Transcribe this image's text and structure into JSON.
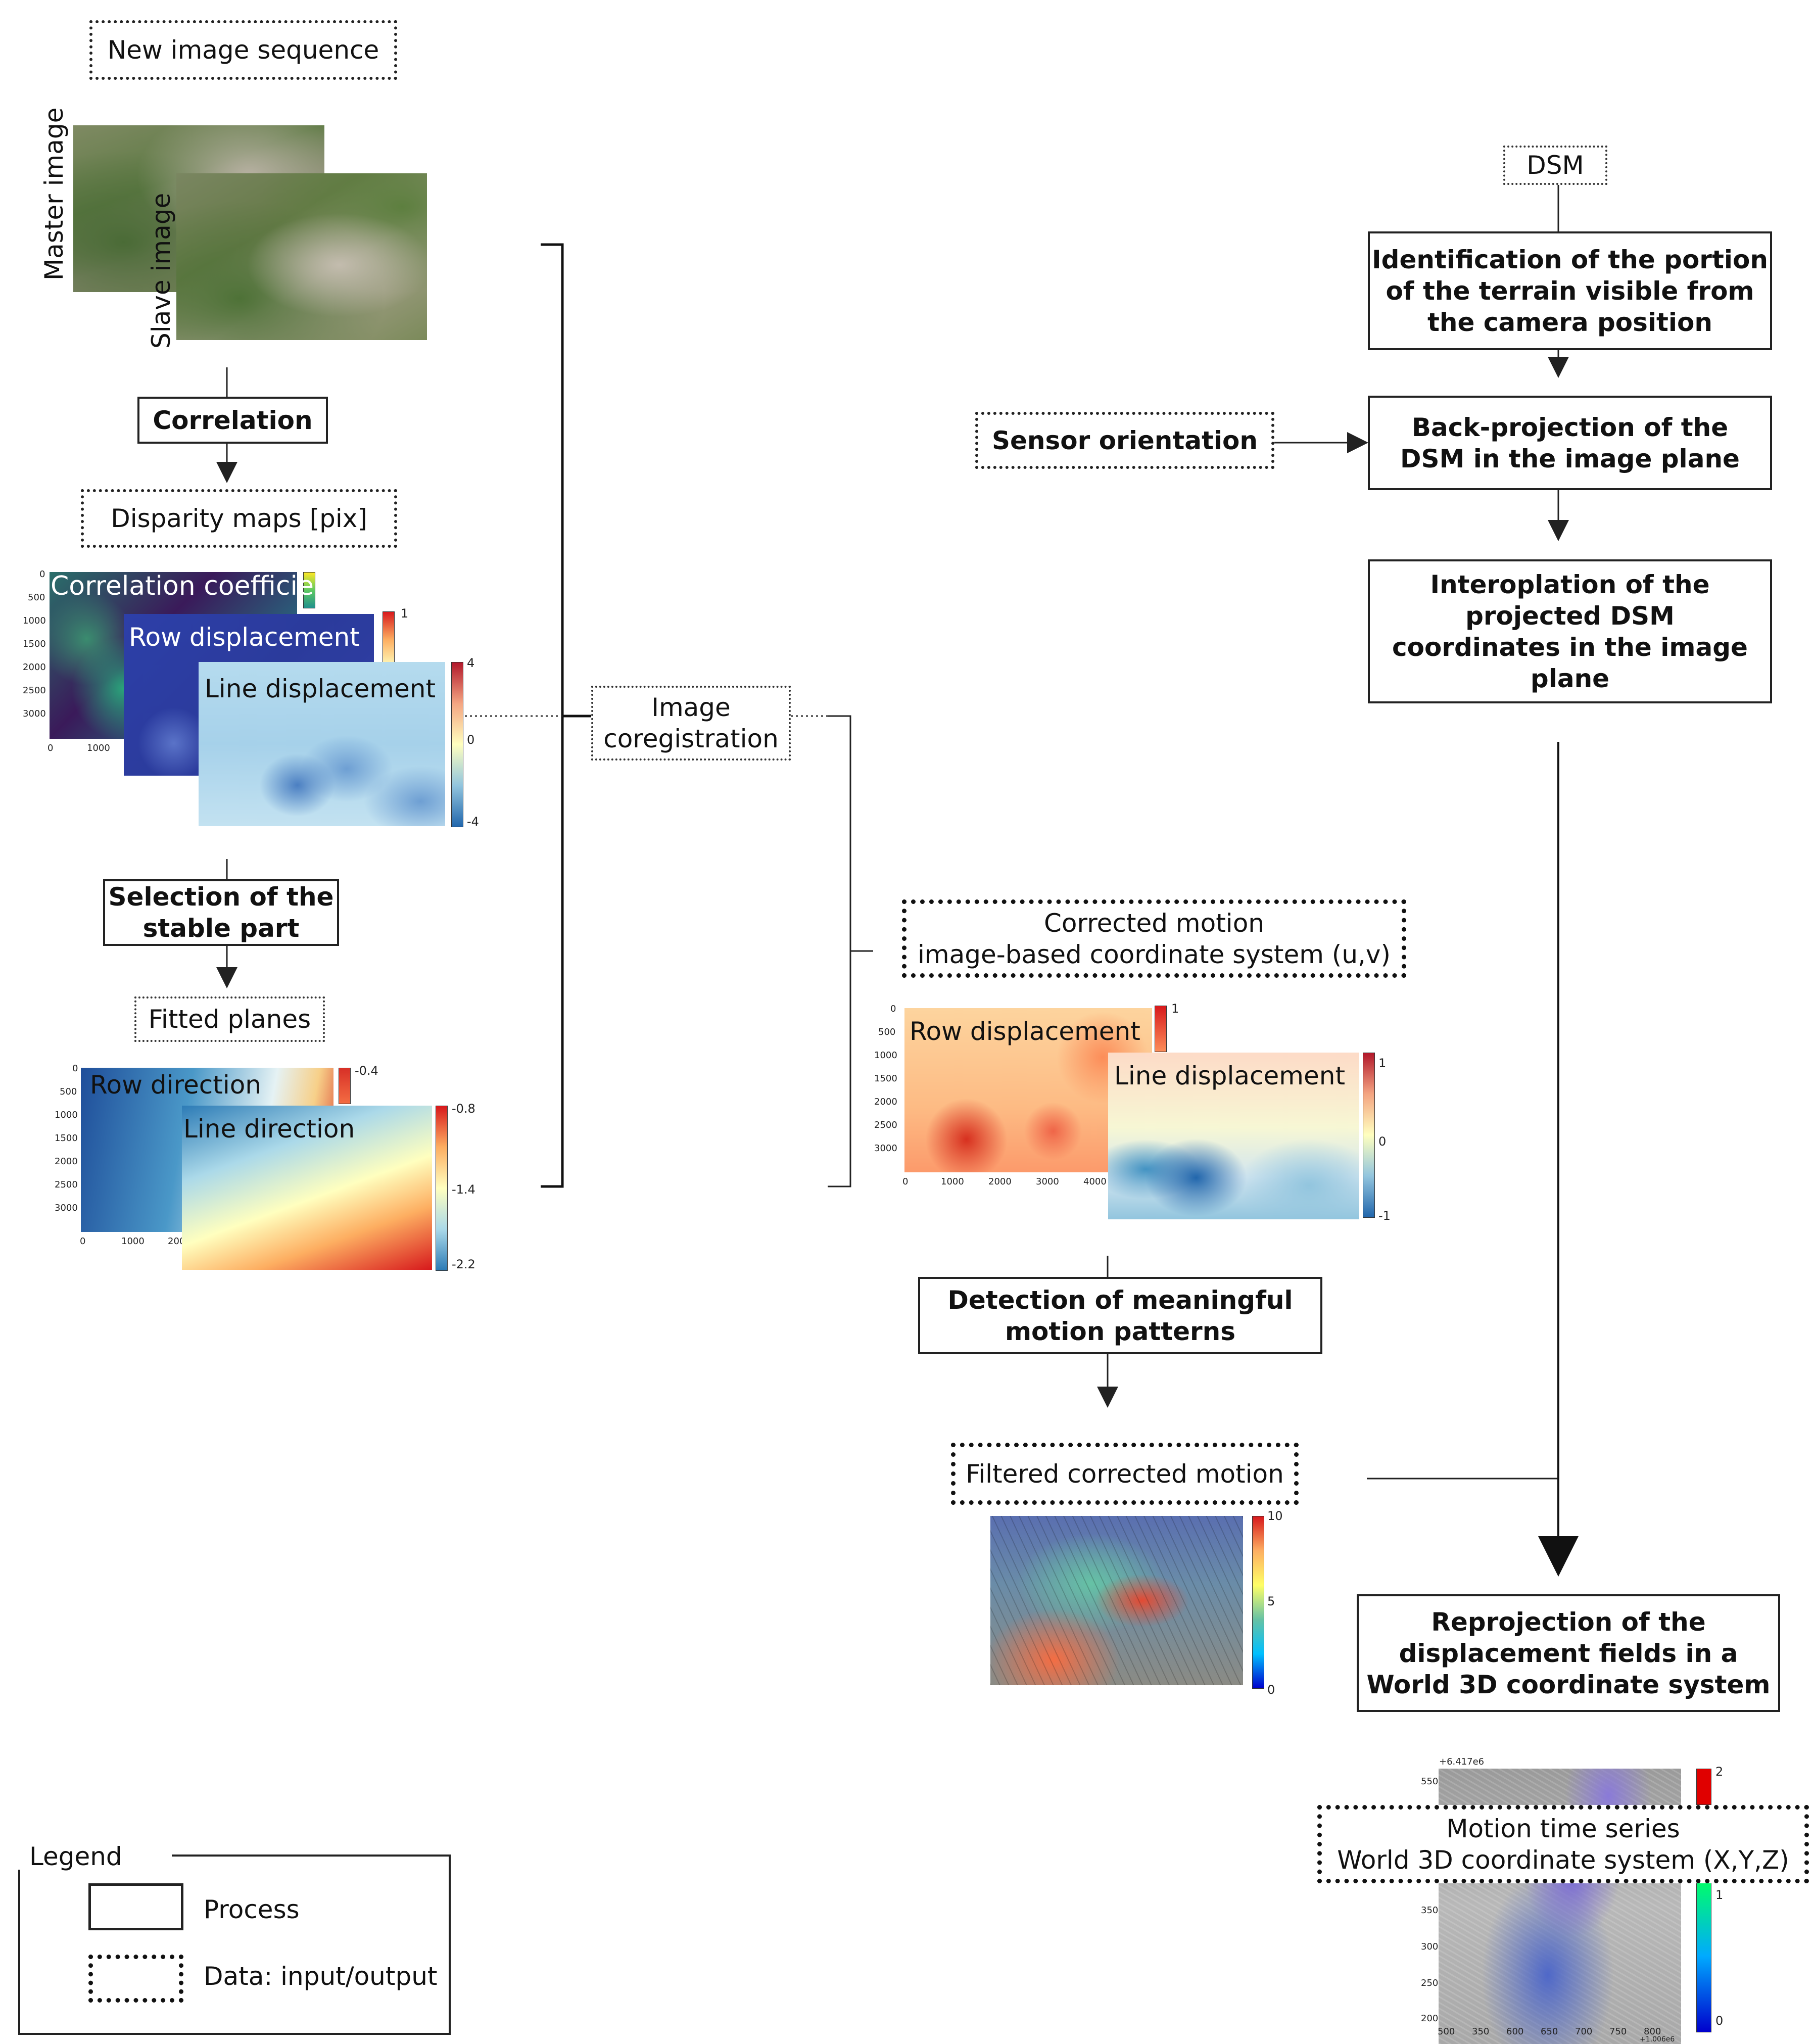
{
  "inputs": {
    "new_image_sequence": "New image sequence",
    "master_image": "Master image",
    "slave_image": "Slave image",
    "dsm": "DSM",
    "sensor_orientation": "Sensor orientation"
  },
  "processes": {
    "correlation": "Correlation",
    "selection_line1": "Selection of the",
    "selection_line2": "stable part",
    "identification_line1": "Identification of the portion",
    "identification_line2": "of the terrain visible from",
    "identification_line3": "the camera position",
    "backprojection_line1": "Back-projection of the",
    "backprojection_line2": "DSM in the image plane",
    "interpolation_line1": "Interoplation of the",
    "interpolation_line2": "projected DSM",
    "interpolation_line3": "coordinates in the image",
    "interpolation_line4": "plane",
    "detection_line1": "Detection of meaningful",
    "detection_line2": "motion patterns",
    "reprojection_line1": "Reprojection of the",
    "reprojection_line2": "displacement fields in a",
    "reprojection_line3": "World 3D coordinate system"
  },
  "data_nodes": {
    "disparity_maps": "Disparity maps [pix]",
    "fitted_planes": "Fitted planes",
    "image_coreg_line1": "Image",
    "image_coreg_line2": "coregistration",
    "corrected_motion_line1": "Corrected motion",
    "corrected_motion_line2": "image-based coordinate system (u,v)",
    "filtered_motion": "Filtered corrected motion",
    "motion_ts_line1": "Motion time series",
    "motion_ts_line2": "World 3D coordinate system (X,Y,Z)"
  },
  "disparity_plots": {
    "correlation_title": "Correlation coefficie",
    "row_title": "Row displacement",
    "line_title": "Line displacement",
    "y_ticks": [
      "0",
      "500",
      "1000",
      "1500",
      "2000",
      "2500",
      "3000"
    ],
    "x_ticks": [
      "0",
      "1000"
    ],
    "row_cbar_top": "1",
    "line_cbar": [
      "4",
      "0",
      "-4"
    ]
  },
  "plane_plots": {
    "row_title": "Row direction",
    "line_title": "Line direction",
    "y_ticks": [
      "0",
      "500",
      "1000",
      "1500",
      "2000",
      "2500",
      "3000"
    ],
    "x_ticks": [
      "0",
      "1000",
      "200"
    ],
    "row_cbar_top": "-0.4",
    "line_cbar": [
      "-0.8",
      "-1.4",
      "-2.2"
    ]
  },
  "corrected_plots": {
    "row_title": "Row displacement",
    "line_title": "Line displacement",
    "y_ticks": [
      "0",
      "500",
      "1000",
      "1500",
      "2000",
      "2500",
      "3000"
    ],
    "x_ticks": [
      "0",
      "1000",
      "2000",
      "3000",
      "4000"
    ],
    "row_cbar_top": "1",
    "line_cbar": [
      "1",
      "0",
      "-1"
    ]
  },
  "filtered_plot": {
    "cbar": [
      "10",
      "5",
      "0"
    ]
  },
  "world_plot": {
    "top_offset": "+6.417e6",
    "bottom_offset": "+1.006e6",
    "y_ticks_top": [
      "550"
    ],
    "y_ticks_bottom": [
      "350",
      "300",
      "250",
      "200"
    ],
    "x_ticks": [
      "500",
      "350",
      "600",
      "650",
      "700",
      "750",
      "800"
    ],
    "cbar_top": "2",
    "cbar_bottom": [
      "1",
      "0"
    ]
  },
  "legend": {
    "title": "Legend",
    "process": "Process",
    "data": "Data: input/output"
  },
  "colors": {
    "line": "#222222",
    "background": "#ffffff"
  }
}
